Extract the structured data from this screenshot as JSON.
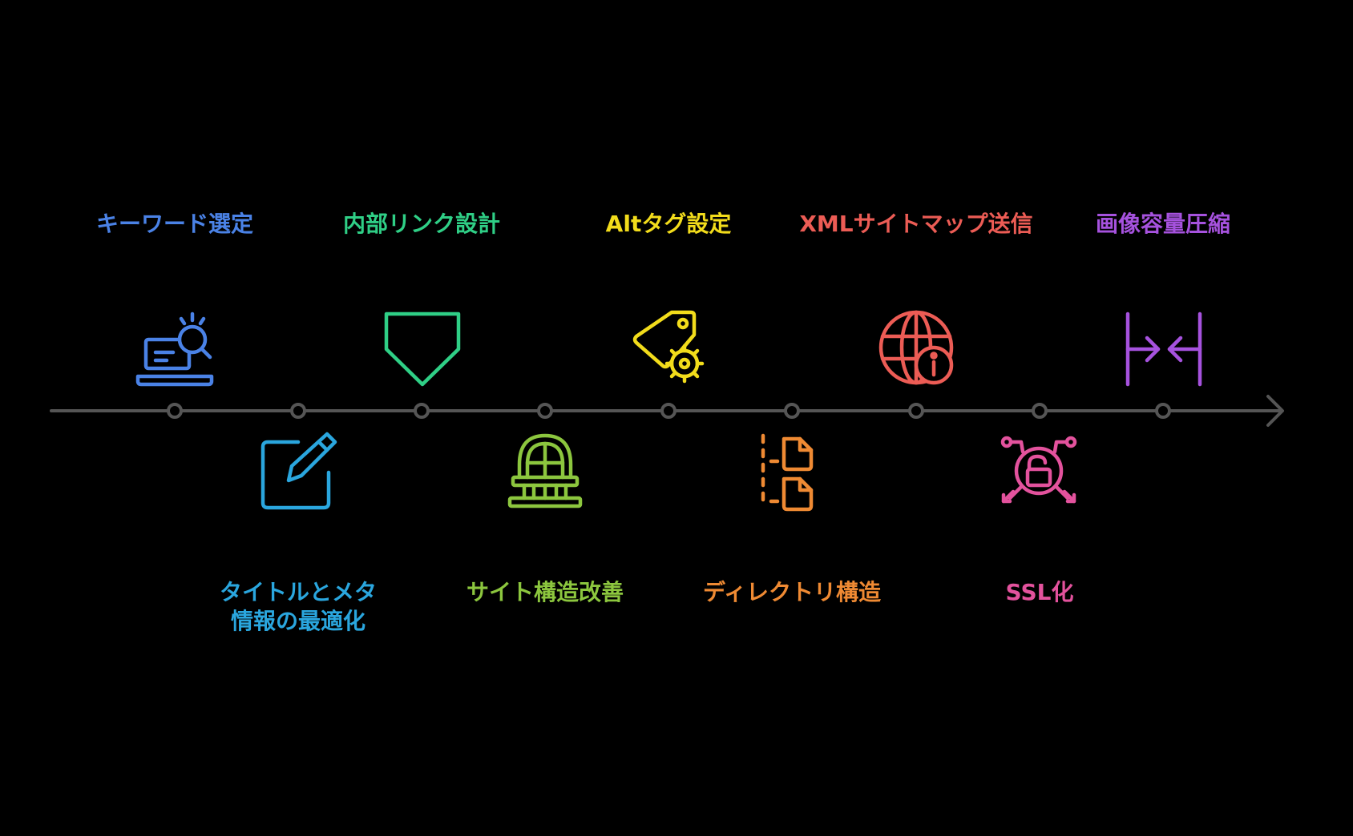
{
  "steps": [
    {
      "label": "キーワード選定",
      "color": "#4a82e6",
      "icon": "laptop-search-icon",
      "side": "top"
    },
    {
      "label": "タイトルとメタ\n情報の最適化",
      "color": "#2aa6de",
      "icon": "edit-note-icon",
      "side": "bottom"
    },
    {
      "label": "内部リンク設計",
      "color": "#2fcf86",
      "icon": "home-plate-icon",
      "side": "top"
    },
    {
      "label": "サイト構造改善",
      "color": "#8cc63e",
      "icon": "window-building-icon",
      "side": "bottom"
    },
    {
      "label": "Altタグ設定",
      "color": "#f2dc1b",
      "icon": "tag-gear-icon",
      "side": "top"
    },
    {
      "label": "ディレクトリ構造",
      "color": "#ef8a33",
      "icon": "file-tree-icon",
      "side": "bottom"
    },
    {
      "label": "XMLサイトマップ送信",
      "color": "#ec5c55",
      "icon": "globe-info-icon",
      "side": "top"
    },
    {
      "label": "SSL化",
      "color": "#e3529d",
      "icon": "unlock-network-icon",
      "side": "bottom"
    },
    {
      "label": "画像容量圧縮",
      "color": "#a652de",
      "icon": "compress-arrows-icon",
      "side": "top"
    }
  ],
  "axis_color": "#555555"
}
